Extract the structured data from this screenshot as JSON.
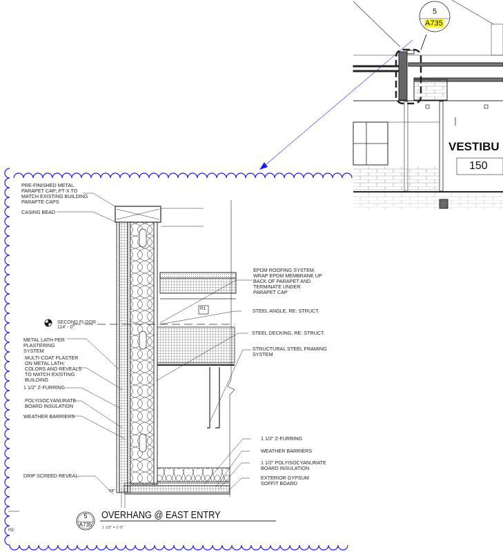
{
  "detail": {
    "title": "OVERHANG @ EAST ENTRY",
    "scale": "1 1/2\" = 1'-0\"",
    "number": "5",
    "sheet": "A735",
    "re_label": "RE:",
    "dimension": "7/8\"",
    "roof_tag": "R1",
    "level": {
      "name": "SECOND FLOOR",
      "elevation": "114' - 0\""
    }
  },
  "callouts_left": [
    "PRE-FINISHED METAL\nPARAPET CAP; PT-X  TO\nMATCH EXISTING BUILDING\nPARAPTE CAPS",
    "CASING BEAD",
    "METAL LATH PER\nPLASTERING\nSYSTEM",
    "MULTI-COAT PLASTER\nON METAL LATH;\nCOLORS AND REVEALS\nTO MATCH EXISTING\nBUILDING",
    "1 1/2\" Z-FURRING",
    "POLYISOCYANURATE\nBOARD INSULATION",
    "WEATHER BARRIERS",
    "DRIP SCREED REVEAL"
  ],
  "callouts_right": [
    "EPDM ROOFING SYSTEM,\nWRAP EPDM MEMBRANE UP\nBACK OF PARAPET AND\nTERMINATE UNDER\nPARAPET CAP",
    "STEEL ANGLE, RE: STRUCT.",
    "STEEL DECKING, RE: STRUCT.",
    "STRUCTURAL STEEL FRAMING\nSYSTEM",
    "1 1/2\" Z-FURRING",
    "WEATHER BARRIERS",
    "1 1/2\" POLYISOCYANURATE\nBOARD INSULATION",
    "EXTERIOR GYPSUM\nSOFFIT BOARD"
  ],
  "elevation": {
    "tag_number": "5",
    "tag_sheet": "A735",
    "room_name": "VESTIBU",
    "room_number": "150"
  },
  "colors": {
    "cloud": "#1a1aff",
    "highlight": "#ffff00",
    "line": "#222222"
  }
}
